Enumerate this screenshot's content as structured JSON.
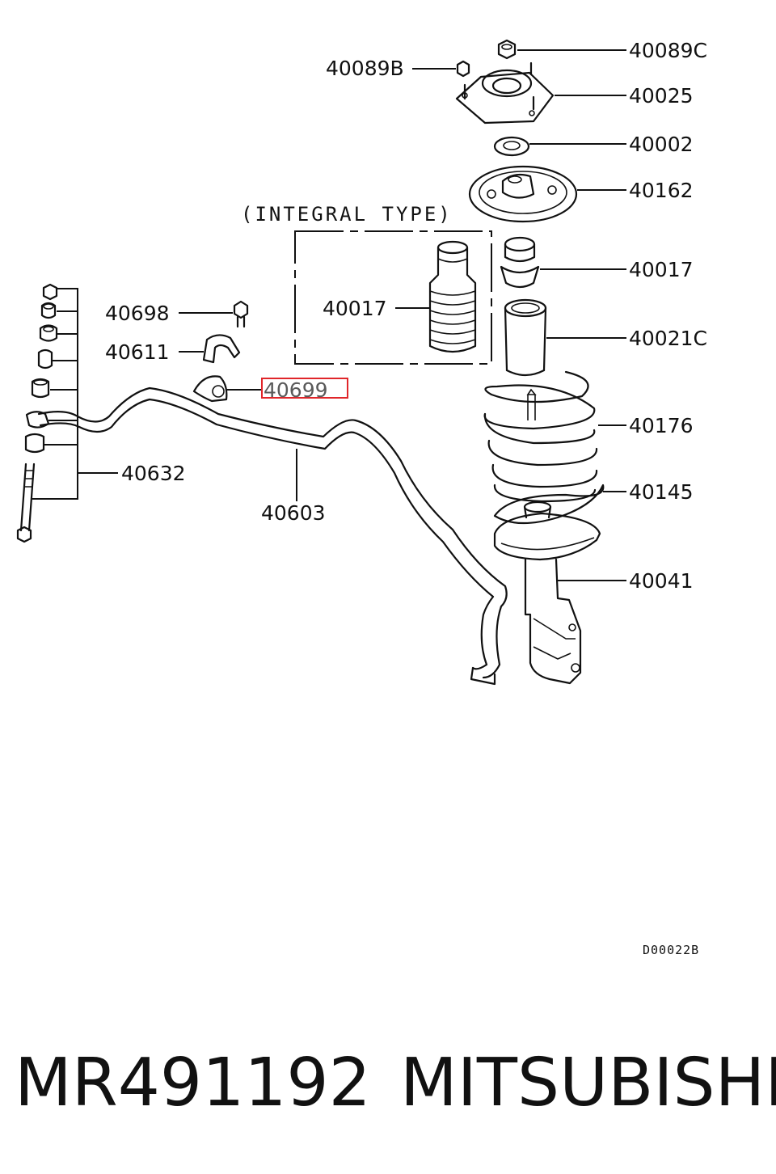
{
  "diagram": {
    "integral_type_label": "(INTEGRAL TYPE)",
    "drawing_code": "D00022B",
    "highlight_color": "#e0262a",
    "callouts": {
      "c40089C": "40089C",
      "c40089B": "40089B",
      "c40025": "40025",
      "c40002": "40002",
      "c40162": "40162",
      "c40017_right": "40017",
      "c40017_box": "40017",
      "c40021C": "40021C",
      "c40176": "40176",
      "c40145": "40145",
      "c40041": "40041",
      "c40698": "40698",
      "c40611": "40611",
      "c40699": "40699",
      "c40632": "40632",
      "c40603": "40603"
    }
  },
  "footer": {
    "part_number": "MR491192",
    "brand": "MITSUBISHI"
  }
}
